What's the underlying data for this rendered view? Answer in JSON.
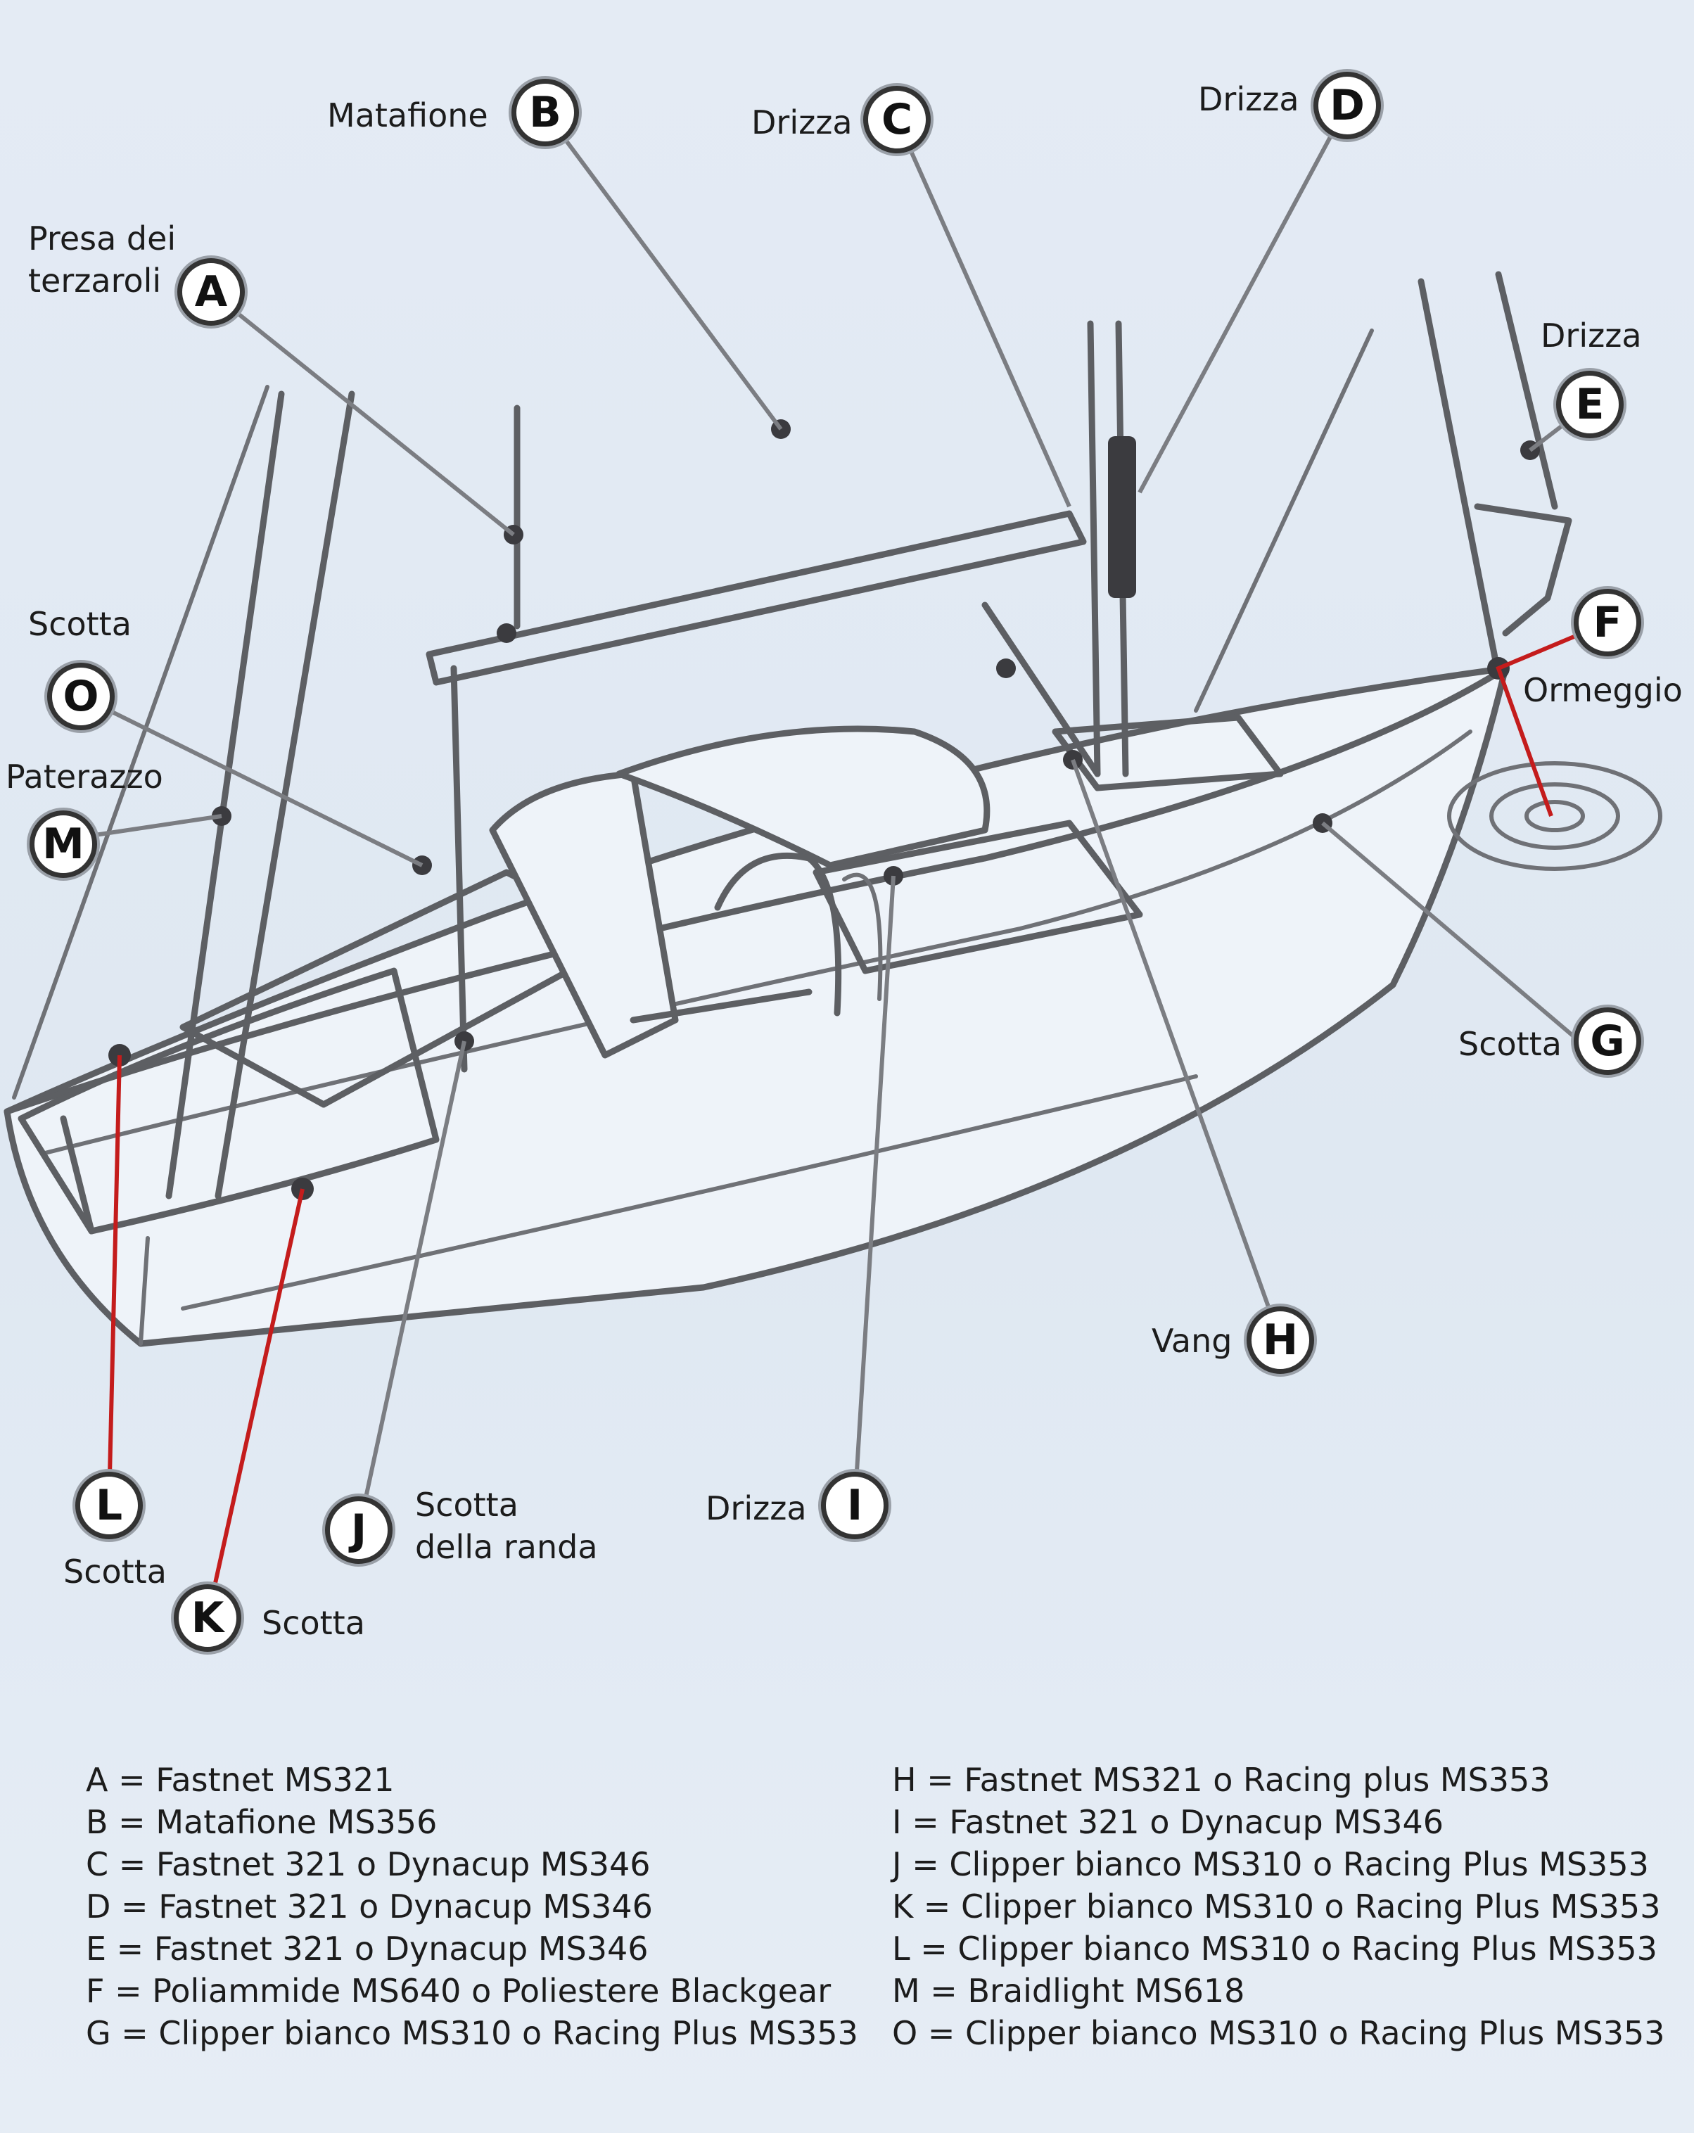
{
  "callouts": [
    {
      "letter": "A",
      "label": "Presa dei\nterzaroli"
    },
    {
      "letter": "B",
      "label": "Matafione"
    },
    {
      "letter": "C",
      "label": "Drizza"
    },
    {
      "letter": "D",
      "label": "Drizza"
    },
    {
      "letter": "E",
      "label": "Drizza"
    },
    {
      "letter": "F",
      "label": "Ormeggio"
    },
    {
      "letter": "G",
      "label": "Scotta"
    },
    {
      "letter": "H",
      "label": "Vang"
    },
    {
      "letter": "I",
      "label": "Drizza"
    },
    {
      "letter": "J",
      "label": "Scotta\ndella randa"
    },
    {
      "letter": "K",
      "label": "Scotta"
    },
    {
      "letter": "L",
      "label": "Scotta"
    },
    {
      "letter": "M",
      "label": "Paterazzo"
    },
    {
      "letter": "O",
      "label": "Scotta"
    }
  ],
  "legend_left": [
    "A = Fastnet MS321",
    "B = Matafione MS356",
    "C = Fastnet 321 o Dynacup MS346",
    "D = Fastnet 321 o Dynacup MS346",
    "E = Fastnet 321 o Dynacup MS346",
    "F = Poliammide MS640 o Poliestere Blackgear",
    "G = Clipper bianco MS310 o Racing Plus MS353"
  ],
  "legend_right": [
    "H = Fastnet MS321 o Racing plus MS353",
    "I = Fastnet 321 o Dynacup MS346",
    "J = Clipper bianco MS310 o Racing Plus MS353",
    "K = Clipper bianco MS310 o Racing Plus MS353",
    "L = Clipper bianco MS310 o Racing Plus MS353",
    "M = Braidlight MS618",
    "O = Clipper bianco MS310 o Racing Plus MS353"
  ],
  "colors": {
    "background": "#e2eaf3",
    "outline": "#5d5f63",
    "badge_border": "#333333",
    "red_line": "#c41c1c"
  }
}
